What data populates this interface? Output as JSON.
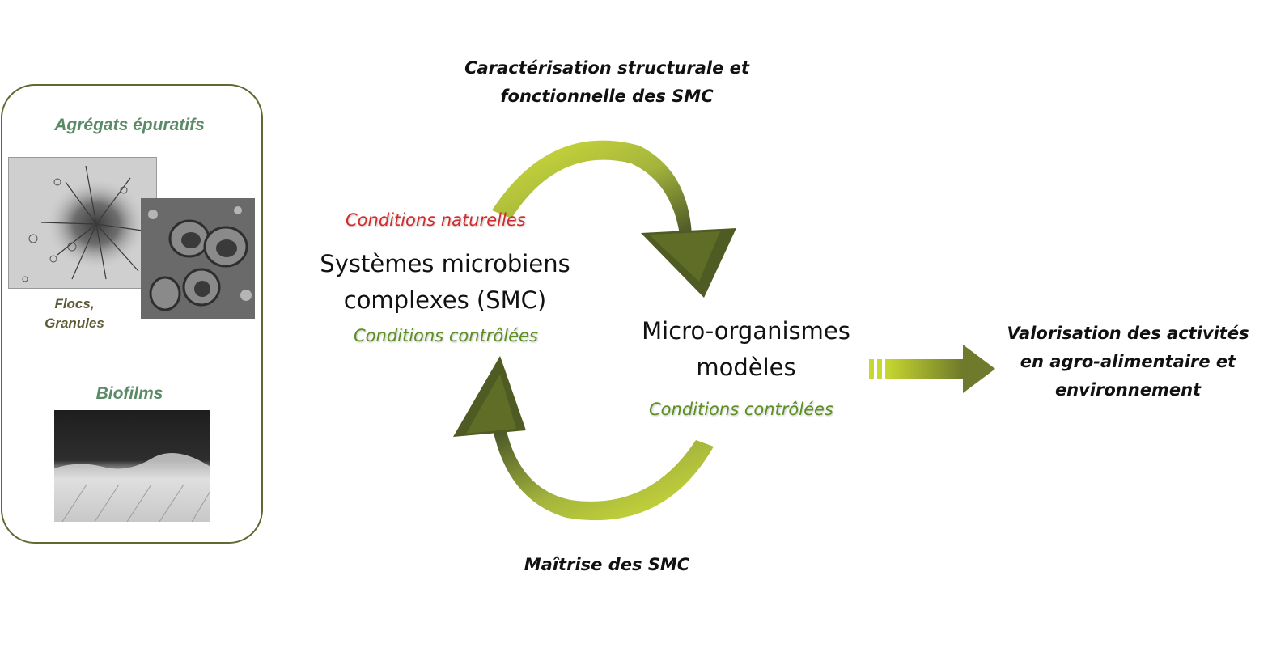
{
  "left_panel": {
    "aggregates_title": "Agrégats épuratifs",
    "flocs_caption": [
      "Flocs,",
      "Granules"
    ],
    "biofilms_title": "Biofilms"
  },
  "cycle": {
    "top_label": [
      "Caractérisation structurale et",
      "fonctionnelle des SMC"
    ],
    "bottom_label": "Maîtrise des SMC",
    "natural_conditions": "Conditions naturelles",
    "complex_systems": [
      "Systèmes microbiens",
      "complexes (SMC)"
    ],
    "controlled_conditions_left": "Conditions contrôlées",
    "model_organisms": [
      "Micro-organismes",
      "modèles"
    ],
    "controlled_conditions_right": "Conditions contrôlées"
  },
  "outcome": {
    "label": [
      "Valorisation des activités",
      "en agro-alimentaire et",
      "environnement"
    ]
  },
  "colors": {
    "natural": "#d42a2a",
    "controlled": "#5d8f22",
    "arrow_dark": "#4e5b22",
    "arrow_light": "#c8d830",
    "panel_title": "#5b8a66"
  }
}
